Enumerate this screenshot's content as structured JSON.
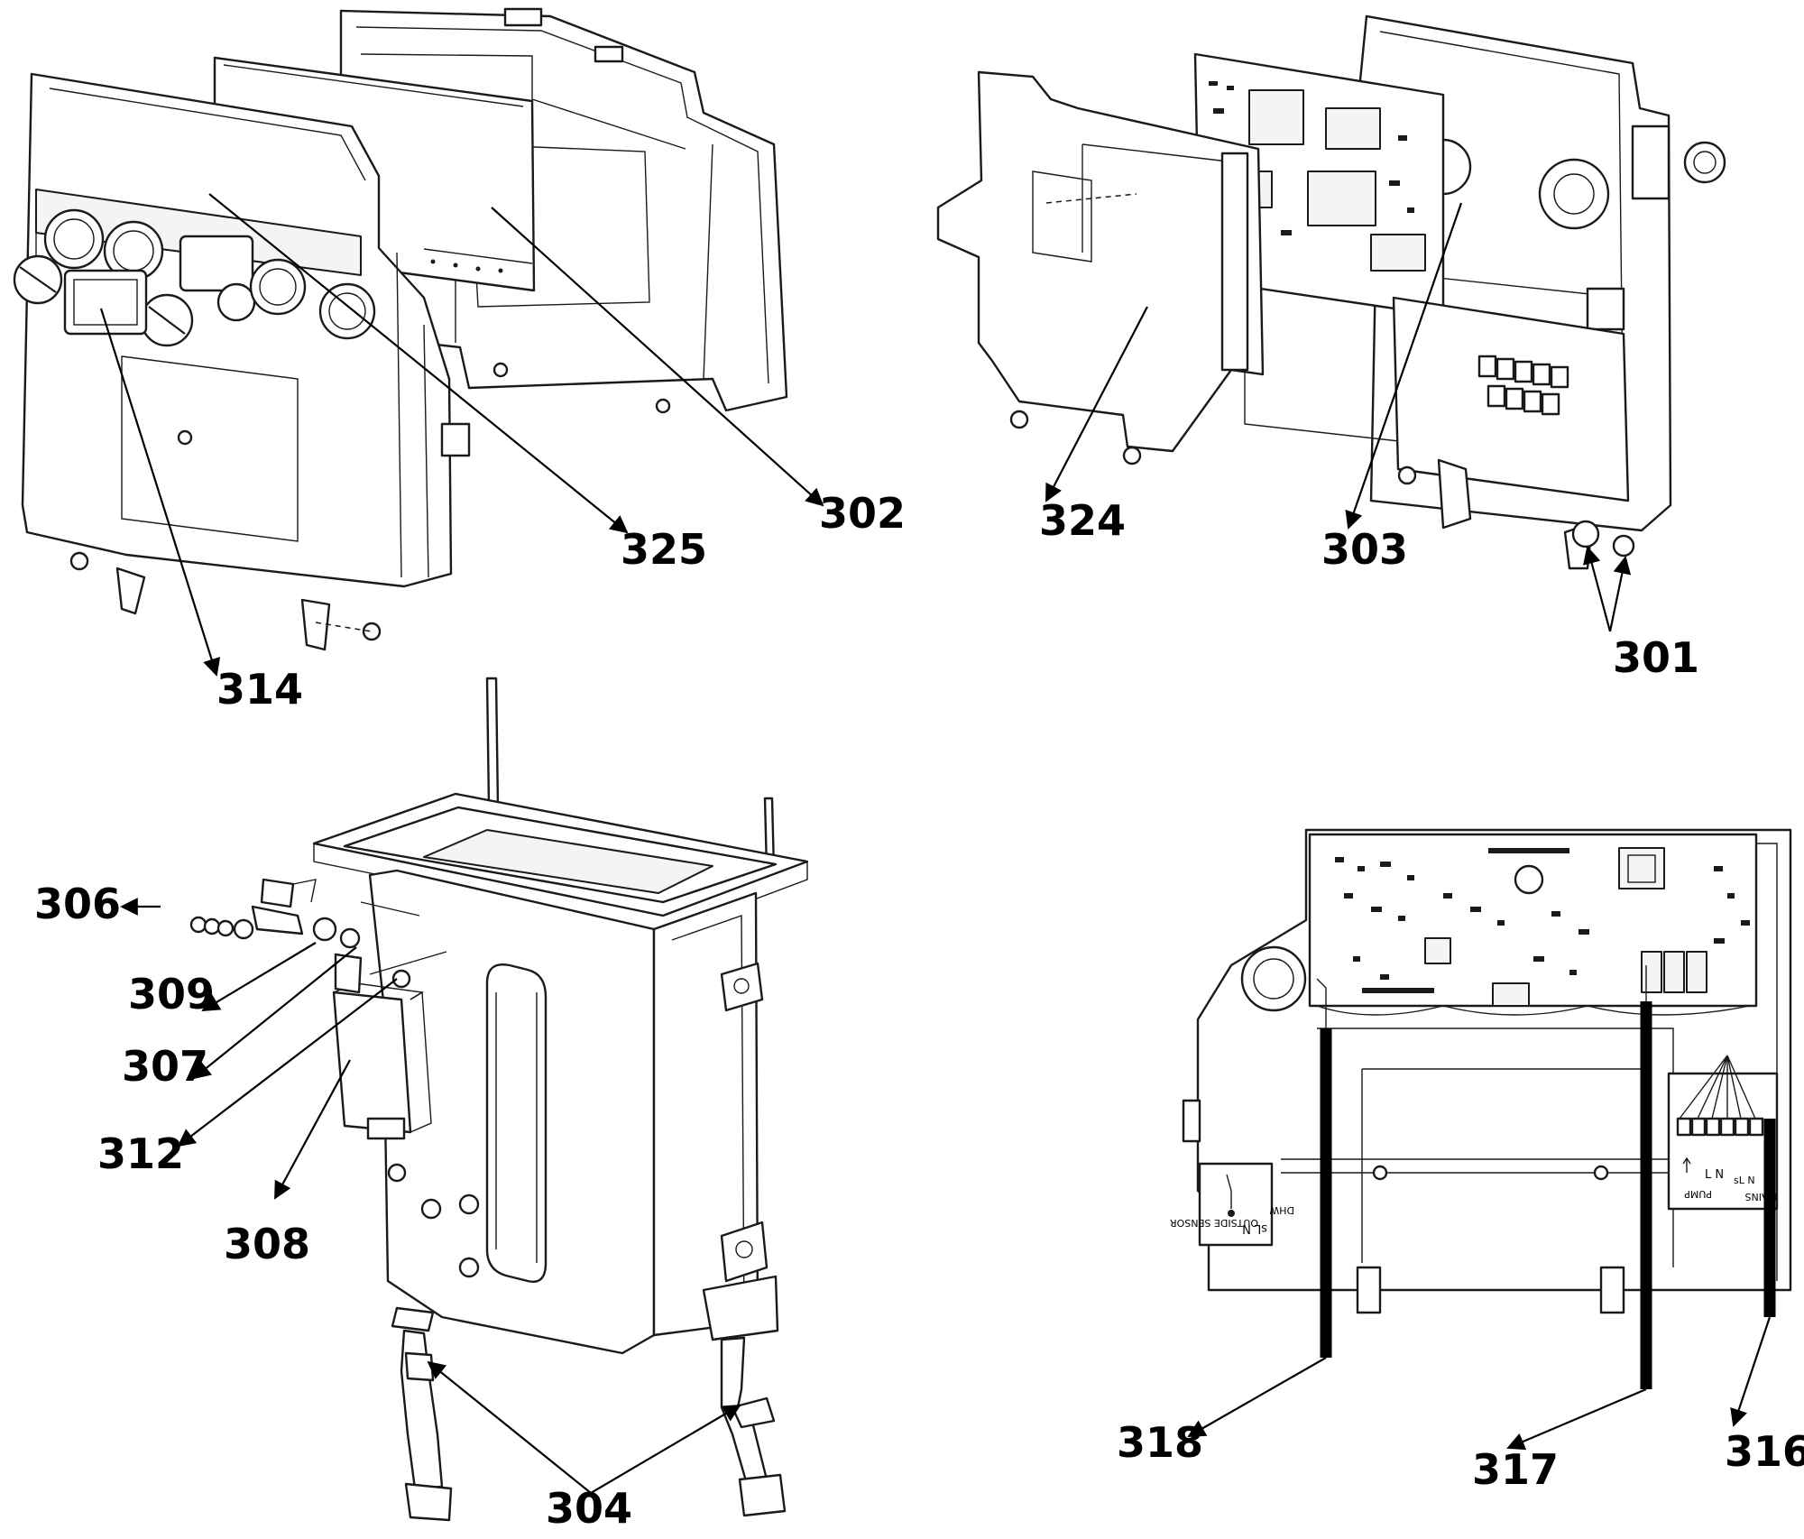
{
  "diagram": {
    "callouts": [
      {
        "id": "c302",
        "text": "302"
      },
      {
        "id": "c325",
        "text": "325"
      },
      {
        "id": "c314",
        "text": "314"
      },
      {
        "id": "c324",
        "text": "324"
      },
      {
        "id": "c303",
        "text": "303"
      },
      {
        "id": "c301",
        "text": "301"
      },
      {
        "id": "c306",
        "text": "306"
      },
      {
        "id": "c309",
        "text": "309"
      },
      {
        "id": "c307",
        "text": "307"
      },
      {
        "id": "c312",
        "text": "312"
      },
      {
        "id": "c308",
        "text": "308"
      },
      {
        "id": "c304",
        "text": "304"
      },
      {
        "id": "c318",
        "text": "318"
      },
      {
        "id": "c317",
        "text": "317"
      },
      {
        "id": "c316",
        "text": "316"
      }
    ],
    "terminal_labels": {
      "outside_sensor": "OUTSIDE SENSOR",
      "dhw": "DHW",
      "sl_n": "sL N",
      "pump": "PUMP",
      "pump_terminals": "L N",
      "mains": "MAINS",
      "mains_terminals": "sL N"
    },
    "colors": {
      "ink": "#000000",
      "background": "#ffffff"
    }
  }
}
